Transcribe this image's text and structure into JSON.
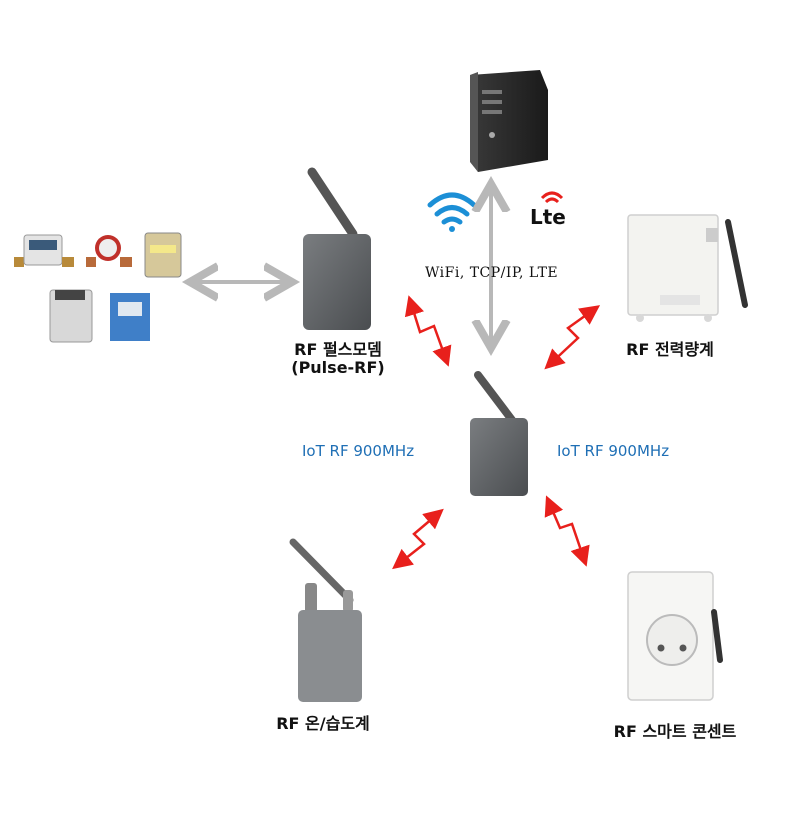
{
  "labels": {
    "pulse_modem_line1": "RF 펄스모뎀",
    "pulse_modem_line2": "(Pulse-RF)",
    "power_meter": "RF 전력량계",
    "thermo_hygrometer": "RF 온/습도계",
    "smart_outlet": "RF 스마트 콘센트"
  },
  "links": {
    "rf_left": "IoT RF 900MHz",
    "rf_right": "IoT RF 900MHz",
    "uplink": "WiFi, TCP/IP, LTE"
  },
  "icons": {
    "lte_logo": "Lte"
  },
  "colors": {
    "rf_text": "#1f6fb5",
    "rf_arrow": "#e8201c",
    "gray_arrow": "#b8b8b8",
    "wifi": "#1c8fd6"
  }
}
